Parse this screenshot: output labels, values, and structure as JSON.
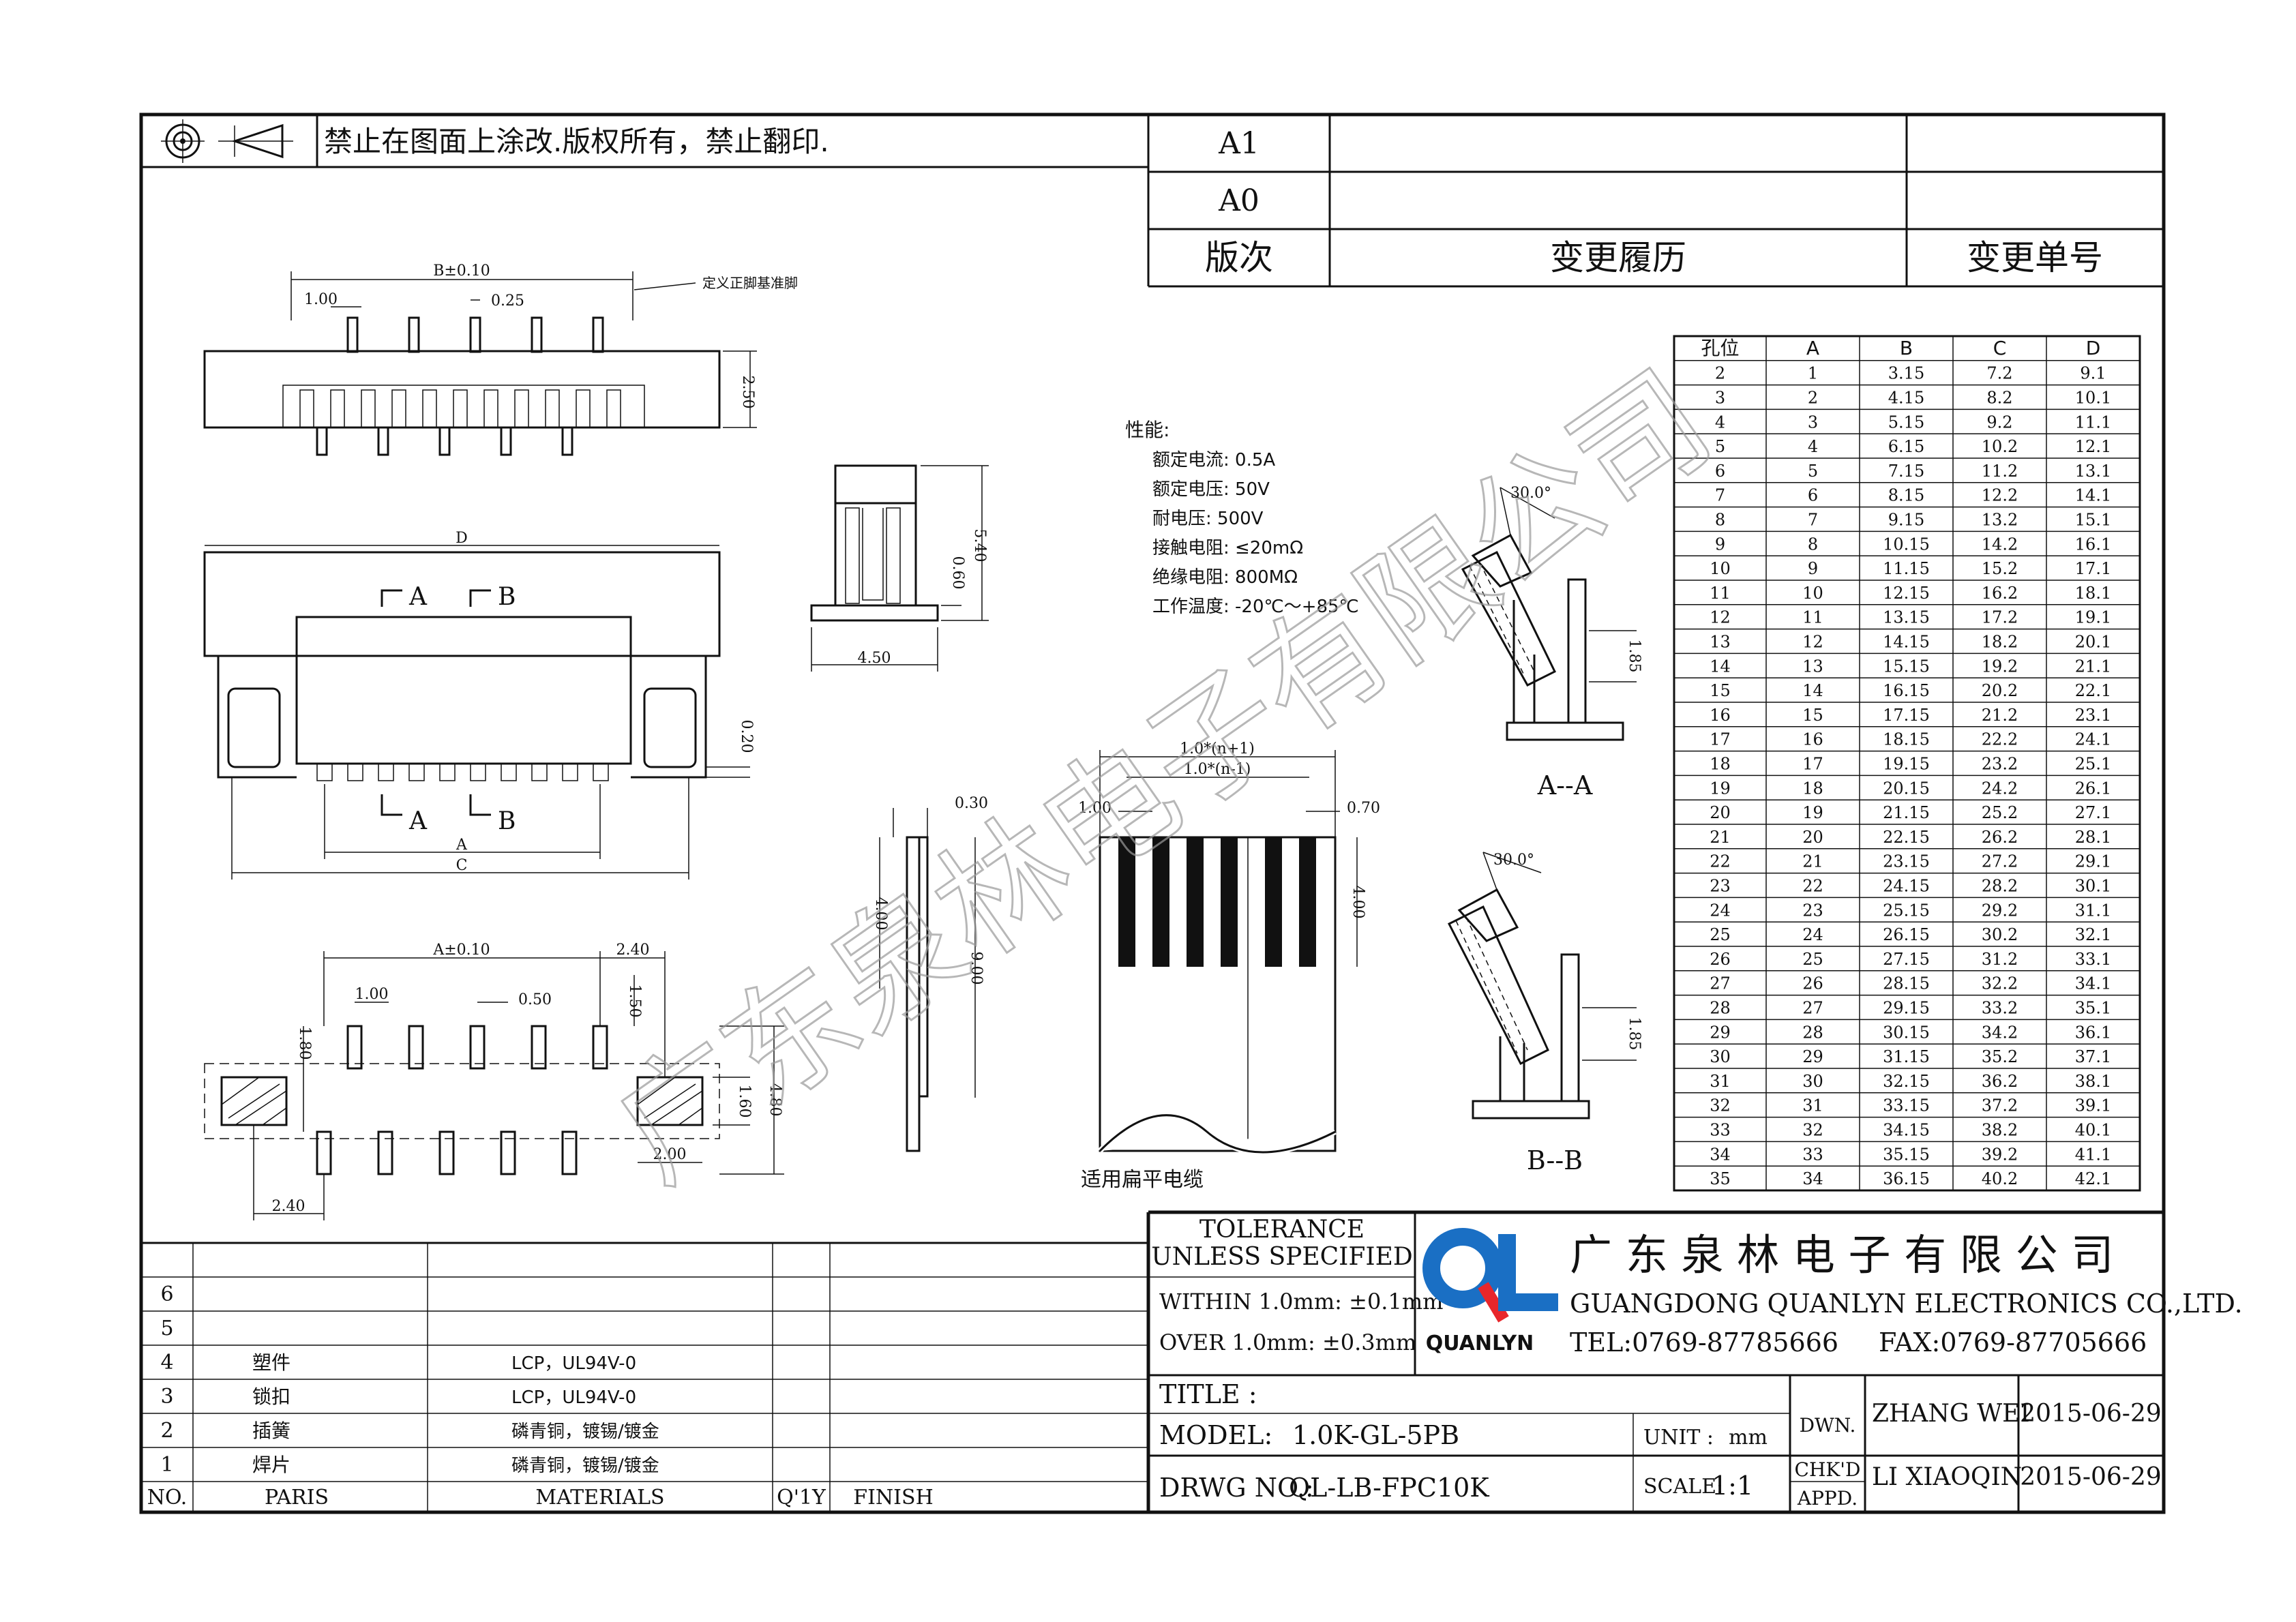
{
  "notice": "禁止在图面上涂改.版权所有，禁止翻印.",
  "revision": {
    "rows": [
      {
        "rev": "A1",
        "history": "",
        "no": ""
      },
      {
        "rev": "A0",
        "history": "",
        "no": ""
      }
    ],
    "header": {
      "rev": "版次",
      "history": "变更履历",
      "no": "变更单号"
    }
  },
  "dims": {
    "b_pm": "B±0.10",
    "pitch1": "1.00",
    "pin_w": "0.25",
    "ref_note": "定义正脚基准脚",
    "h250": "2.50",
    "d": "D",
    "a": "A",
    "c": "C",
    "h020": "0.20",
    "h540": "5.40",
    "h060": "0.60",
    "w450": "4.50",
    "sect_a": "A",
    "sect_b": "B",
    "a_pm": "A±0.10",
    "p240a": "2.40",
    "p100": "1.00",
    "p050": "0.50",
    "p150": "1.50",
    "p180": "1.80",
    "p480": "4.80",
    "p160": "1.60",
    "p200": "2.00",
    "p240b": "2.40",
    "t030": "0.30",
    "t400": "4.00",
    "t900": "9.00",
    "c_n1": "1.0*(n+1)",
    "c_nm1": "1.0*(n-1)",
    "c_100": "1.00",
    "c_070": "0.70",
    "c_400": "4.00",
    "cable_label": "适用扁平电缆",
    "ang30": "30.0°",
    "h185": "1.85",
    "view_aa": "A--A",
    "view_bb": "B--B"
  },
  "specs": {
    "title": "性能:",
    "lines": [
      "额定电流: 0.5A",
      "额定电压: 50V",
      "耐电压: 500V",
      "接触电阻: ≤20mΩ",
      "绝缘电阻: 800MΩ",
      "工作温度: -20℃～+85℃"
    ]
  },
  "pin_table": {
    "headers": [
      "孔位",
      "A",
      "B",
      "C",
      "D"
    ],
    "rows": [
      [
        "2",
        "1",
        "3.15",
        "7.2",
        "9.1"
      ],
      [
        "3",
        "2",
        "4.15",
        "8.2",
        "10.1"
      ],
      [
        "4",
        "3",
        "5.15",
        "9.2",
        "11.1"
      ],
      [
        "5",
        "4",
        "6.15",
        "10.2",
        "12.1"
      ],
      [
        "6",
        "5",
        "7.15",
        "11.2",
        "13.1"
      ],
      [
        "7",
        "6",
        "8.15",
        "12.2",
        "14.1"
      ],
      [
        "8",
        "7",
        "9.15",
        "13.2",
        "15.1"
      ],
      [
        "9",
        "8",
        "10.15",
        "14.2",
        "16.1"
      ],
      [
        "10",
        "9",
        "11.15",
        "15.2",
        "17.1"
      ],
      [
        "11",
        "10",
        "12.15",
        "16.2",
        "18.1"
      ],
      [
        "12",
        "11",
        "13.15",
        "17.2",
        "19.1"
      ],
      [
        "13",
        "12",
        "14.15",
        "18.2",
        "20.1"
      ],
      [
        "14",
        "13",
        "15.15",
        "19.2",
        "21.1"
      ],
      [
        "15",
        "14",
        "16.15",
        "20.2",
        "22.1"
      ],
      [
        "16",
        "15",
        "17.15",
        "21.2",
        "23.1"
      ],
      [
        "17",
        "16",
        "18.15",
        "22.2",
        "24.1"
      ],
      [
        "18",
        "17",
        "19.15",
        "23.2",
        "25.1"
      ],
      [
        "19",
        "18",
        "20.15",
        "24.2",
        "26.1"
      ],
      [
        "20",
        "19",
        "21.15",
        "25.2",
        "27.1"
      ],
      [
        "21",
        "20",
        "22.15",
        "26.2",
        "28.1"
      ],
      [
        "22",
        "21",
        "23.15",
        "27.2",
        "29.1"
      ],
      [
        "23",
        "22",
        "24.15",
        "28.2",
        "30.1"
      ],
      [
        "24",
        "23",
        "25.15",
        "29.2",
        "31.1"
      ],
      [
        "25",
        "24",
        "26.15",
        "30.2",
        "32.1"
      ],
      [
        "26",
        "25",
        "27.15",
        "31.2",
        "33.1"
      ],
      [
        "27",
        "26",
        "28.15",
        "32.2",
        "34.1"
      ],
      [
        "28",
        "27",
        "29.15",
        "33.2",
        "35.1"
      ],
      [
        "29",
        "28",
        "30.15",
        "34.2",
        "36.1"
      ],
      [
        "30",
        "29",
        "31.15",
        "35.2",
        "37.1"
      ],
      [
        "31",
        "30",
        "32.15",
        "36.2",
        "38.1"
      ],
      [
        "32",
        "31",
        "33.15",
        "37.2",
        "39.1"
      ],
      [
        "33",
        "32",
        "34.15",
        "38.2",
        "40.1"
      ],
      [
        "34",
        "33",
        "35.15",
        "39.2",
        "41.1"
      ],
      [
        "35",
        "34",
        "36.15",
        "40.2",
        "42.1"
      ]
    ]
  },
  "bom": {
    "rows": [
      {
        "no": "6",
        "part": "",
        "material": "",
        "qty": "",
        "finish": ""
      },
      {
        "no": "5",
        "part": "",
        "material": "",
        "qty": "",
        "finish": ""
      },
      {
        "no": "4",
        "part": "塑件",
        "material": "LCP，UL94V-0",
        "qty": "",
        "finish": ""
      },
      {
        "no": "3",
        "part": "锁扣",
        "material": "LCP，UL94V-0",
        "qty": "",
        "finish": ""
      },
      {
        "no": "2",
        "part": "插簧",
        "material": "磷青铜，镀锡/镀金",
        "qty": "",
        "finish": ""
      },
      {
        "no": "1",
        "part": "焊片",
        "material": "磷青铜，镀锡/镀金",
        "qty": "",
        "finish": ""
      }
    ],
    "headers": {
      "no": "NO.",
      "part": "PARIS",
      "material": "MATERIALS",
      "qty": "Q'1Y",
      "finish": "FINISH"
    }
  },
  "tolerance": {
    "title1": "TOLERANCE",
    "title2": "UNLESS SPECIFIED",
    "within": "WITHIN 1.0mm: ±0.1mm",
    "over": "OVER 1.0mm:  ±0.3mm"
  },
  "company": {
    "name_cn": "广 东 泉 林 电 子 有 限 公 司",
    "name_en": "GUANGDONG QUANLYN ELECTRONICS CO.,LTD.",
    "tel": "TEL:0769-87785666",
    "fax": "FAX:0769-87705666",
    "logo_text": "QUANLYN",
    "brand_color": "#1a6fc4",
    "accent_color": "#e8262b"
  },
  "title_block": {
    "title_label": "TITLE :",
    "model_label": "MODEL:",
    "model": "1.0K-GL-5PB",
    "unit_label": "UNIT :",
    "unit": "mm",
    "drwg_label": "DRWG NO.:",
    "drwg": "QL-LB-FPC10K",
    "scale_label": "SCALE:",
    "scale": "1:1",
    "dwn_label": "DWN.",
    "chkd_label": "CHK'D",
    "appd_label": "APPD.",
    "dwn_name": "ZHANG WEI",
    "dwn_date": "2015-06-29",
    "chk_name": "LI XIAOQIN",
    "chk_date": "2015-06-29"
  },
  "watermark": "广东泉林电子有限公司"
}
